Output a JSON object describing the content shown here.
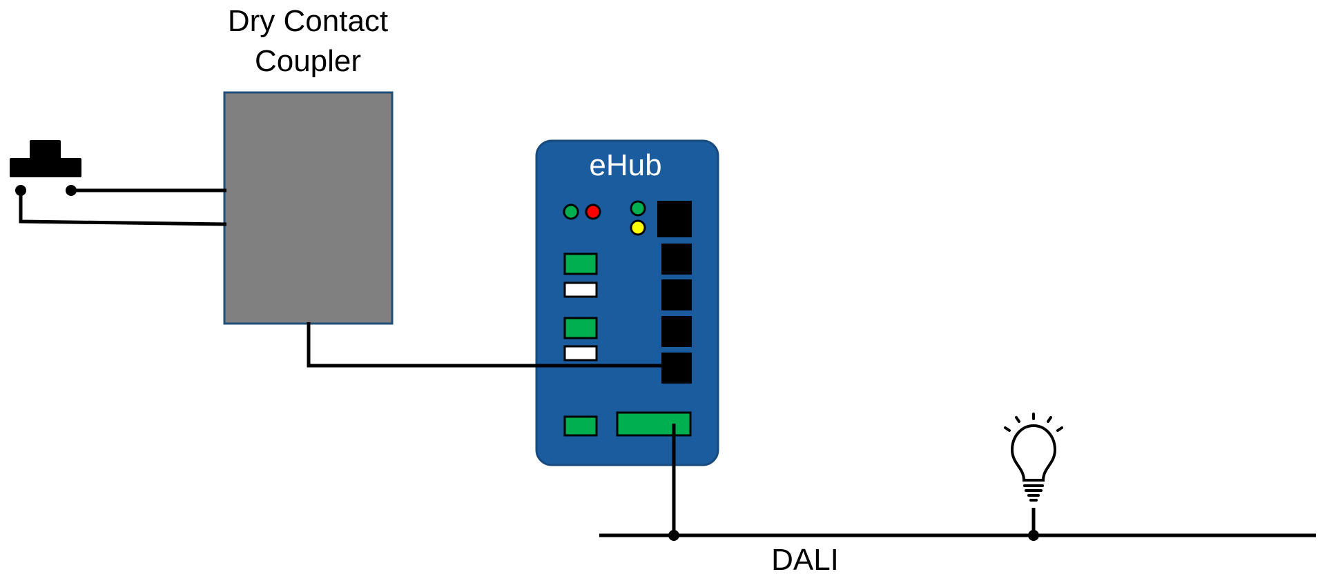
{
  "coupler": {
    "title_line1": "Dry Contact",
    "title_line2": "Coupler"
  },
  "ehub": {
    "title": "eHub"
  },
  "bus": {
    "label": "DALI"
  },
  "colors": {
    "coupler_fill": "#808080",
    "coupler_border": "#1f4e79",
    "ehub_fill": "#1a5c9e",
    "ehub_border": "#164a7f",
    "led_green": "#00b050",
    "led_red": "#ff0000",
    "led_yellow": "#ffff00",
    "port_black": "#000000",
    "connector_green": "#00b050",
    "connector_white": "#ffffff",
    "wire": "#000000",
    "ehub_title": "#ffffff"
  }
}
